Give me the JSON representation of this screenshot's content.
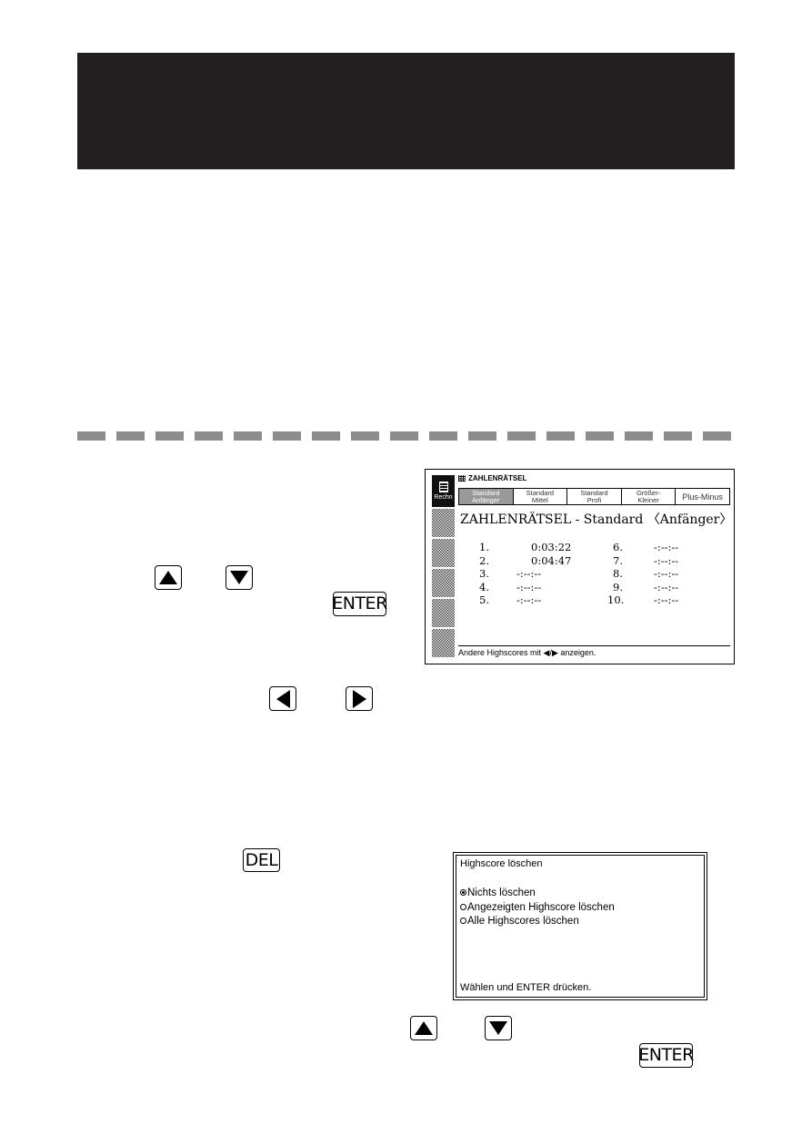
{
  "keys": {
    "up": "up-arrow-icon",
    "down": "down-arrow-icon",
    "left": "left-arrow-icon",
    "right": "right-arrow-icon",
    "enter": "ENTER",
    "del": "DEL"
  },
  "screen1": {
    "sidebar_label": "Rechn",
    "header": "ZAHLENRÄTSEL",
    "tabs": [
      {
        "line1": "Standard",
        "line2": "Anfänger"
      },
      {
        "line1": "Standard",
        "line2": "Mittel"
      },
      {
        "line1": "Standard",
        "line2": "Profi"
      },
      {
        "line1": "Größer-",
        "line2": "Kleiner"
      },
      {
        "line1": "Plus-Minus",
        "line2": ""
      }
    ],
    "title": "ZAHLENRÄTSEL - Standard 〈Anfänger〉",
    "scores": [
      {
        "left_rank": "1.",
        "left_time": "0:03:22",
        "right_rank": "6.",
        "right_time": "-:--:--"
      },
      {
        "left_rank": "2.",
        "left_time": "0:04:47",
        "right_rank": "7.",
        "right_time": "-:--:--"
      },
      {
        "left_rank": "3.",
        "left_time": "-:--:--",
        "right_rank": "8.",
        "right_time": "-:--:--"
      },
      {
        "left_rank": "4.",
        "left_time": "-:--:--",
        "right_rank": "9.",
        "right_time": "-:--:--"
      },
      {
        "left_rank": "5.",
        "left_time": "-:--:--",
        "right_rank": "10.",
        "right_time": "-:--:--"
      }
    ],
    "footer_before": "Andere Highscores mit ",
    "footer_after": " anzeigen."
  },
  "screen2": {
    "title": "Highscore löschen",
    "options": [
      {
        "label": "Nichts löschen",
        "selected": true
      },
      {
        "label": "Angezeigten Highscore löschen",
        "selected": false
      },
      {
        "label": "Alle Highscores löschen",
        "selected": false
      }
    ],
    "footer": "Wählen und ENTER drücken."
  }
}
